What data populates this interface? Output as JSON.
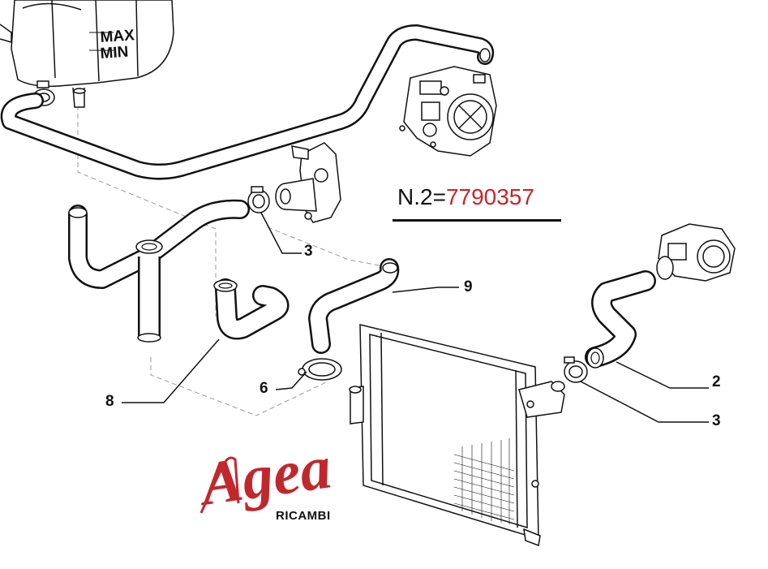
{
  "part_number": {
    "prefix": "N.2=",
    "code": "7790357"
  },
  "callouts": [
    {
      "id": "callout-3-upper",
      "text": "3"
    },
    {
      "id": "callout-9",
      "text": "9"
    },
    {
      "id": "callout-2",
      "text": "2"
    },
    {
      "id": "callout-3-lower",
      "text": "3"
    },
    {
      "id": "callout-6",
      "text": "6"
    },
    {
      "id": "callout-8",
      "text": "8"
    }
  ],
  "tank_marks": {
    "max": "MAX",
    "min": "MIN"
  },
  "logo": {
    "brand": "Agea",
    "tagline": "RICAMBI",
    "brand_color": "#c0282d"
  },
  "colors": {
    "line": "#111111",
    "accent": "#c0282d",
    "guide": "#9a9a9a"
  }
}
